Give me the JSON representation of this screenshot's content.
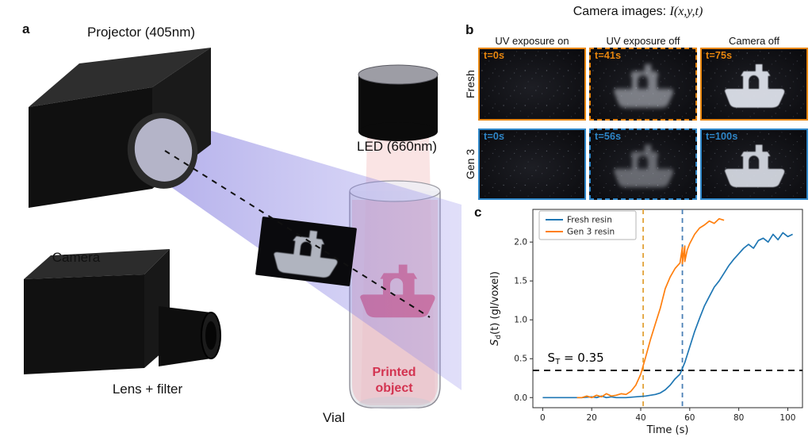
{
  "colors": {
    "fresh_accent": "#e8860e",
    "gen3_accent": "#2e86c8",
    "chart_blue": "#1f77b4",
    "chart_orange": "#ff7f0e",
    "beam_violet": "#8c86e8",
    "printed_object_pink": "#dd5f7e",
    "threshold_black": "#111111"
  },
  "panel_a": {
    "label": "a",
    "projector_label": "Projector (405nm)",
    "camera_label": "Camera",
    "lens_filter_label": "Lens + filter",
    "led_label": "LED (660nm)",
    "printed_object_label_line1": "Printed",
    "printed_object_label_line2": "object",
    "vial_label": "Vial"
  },
  "panel_b": {
    "label": "b",
    "title_text": "Camera images: ",
    "title_math": "I(x,y,t)",
    "columns": [
      "UV exposure on",
      "UV exposure off",
      "Camera off"
    ],
    "rows": [
      {
        "name": "Fresh",
        "color": "#e8860e",
        "images": [
          {
            "t": "t=0s",
            "border": "solid",
            "boat_opacity": 0
          },
          {
            "t": "t=41s",
            "border": "dashed",
            "boat_opacity": 0.5
          },
          {
            "t": "t=75s",
            "border": "solid",
            "boat_opacity": 0.95
          }
        ]
      },
      {
        "name": "Gen 3",
        "color": "#2e86c8",
        "images": [
          {
            "t": "t=0s",
            "border": "solid",
            "boat_opacity": 0
          },
          {
            "t": "t=56s",
            "border": "dashed",
            "boat_opacity": 0.4
          },
          {
            "t": "t=100s",
            "border": "solid",
            "boat_opacity": 0.9
          }
        ]
      }
    ]
  },
  "panel_c": {
    "label": "c"
  },
  "chart_data": {
    "type": "line",
    "title": "",
    "xlabel": "Time (s)",
    "ylabel": "S_d(t) (gl/voxel)",
    "ylabel_parts": {
      "main": "S",
      "sub": "d",
      "rest": "(t) (gl/voxel)"
    },
    "xlim": [
      -4,
      106
    ],
    "ylim": [
      -0.13,
      2.42
    ],
    "xticks": [
      0,
      20,
      40,
      60,
      80,
      100
    ],
    "yticks": [
      0,
      0.5,
      1,
      1.5,
      2
    ],
    "grid": false,
    "legend_position": "upper left",
    "threshold": {
      "value": 0.35,
      "label_main": "S",
      "label_sub": "T",
      "label_rest": " = 0.35"
    },
    "vlines": [
      {
        "x": 41,
        "color": "#e2a33a"
      },
      {
        "x": 57,
        "color": "#4a7fb5"
      }
    ],
    "series": [
      {
        "name": "Fresh resin",
        "color": "#1f77b4",
        "x": [
          0,
          4,
          8,
          12,
          16,
          20,
          22,
          24,
          26,
          28,
          30,
          34,
          38,
          42,
          46,
          48,
          50,
          52,
          54,
          56,
          58,
          60,
          62,
          64,
          66,
          68,
          70,
          72,
          74,
          76,
          78,
          80,
          82,
          84,
          86,
          88,
          90,
          92,
          94,
          96,
          98,
          100,
          102
        ],
        "y": [
          0,
          0,
          0,
          0,
          0,
          0.01,
          0,
          0.02,
          0,
          0.01,
          0,
          0,
          0.01,
          0.02,
          0.04,
          0.06,
          0.1,
          0.16,
          0.24,
          0.3,
          0.45,
          0.65,
          0.85,
          1.02,
          1.18,
          1.3,
          1.42,
          1.5,
          1.6,
          1.7,
          1.78,
          1.85,
          1.92,
          1.97,
          1.92,
          2.02,
          2.05,
          2.0,
          2.1,
          2.03,
          2.12,
          2.07,
          2.1
        ]
      },
      {
        "name": "Gen 3 resin",
        "color": "#ff7f0e",
        "x": [
          14,
          16,
          18,
          20,
          22,
          24,
          26,
          28,
          30,
          32,
          34,
          36,
          38,
          40,
          42,
          44,
          46,
          48,
          50,
          52,
          54,
          56,
          57,
          57,
          58,
          58,
          59,
          60,
          62,
          64,
          66,
          68,
          70,
          72,
          74
        ],
        "y": [
          0,
          0,
          0.02,
          0,
          0.03,
          0.01,
          0.05,
          0.02,
          0.03,
          0.05,
          0.04,
          0.08,
          0.16,
          0.3,
          0.52,
          0.75,
          0.95,
          1.15,
          1.4,
          1.55,
          1.66,
          1.73,
          1.93,
          1.72,
          1.95,
          1.75,
          1.9,
          1.98,
          2.1,
          2.18,
          2.22,
          2.27,
          2.24,
          2.3,
          2.28
        ]
      }
    ]
  }
}
